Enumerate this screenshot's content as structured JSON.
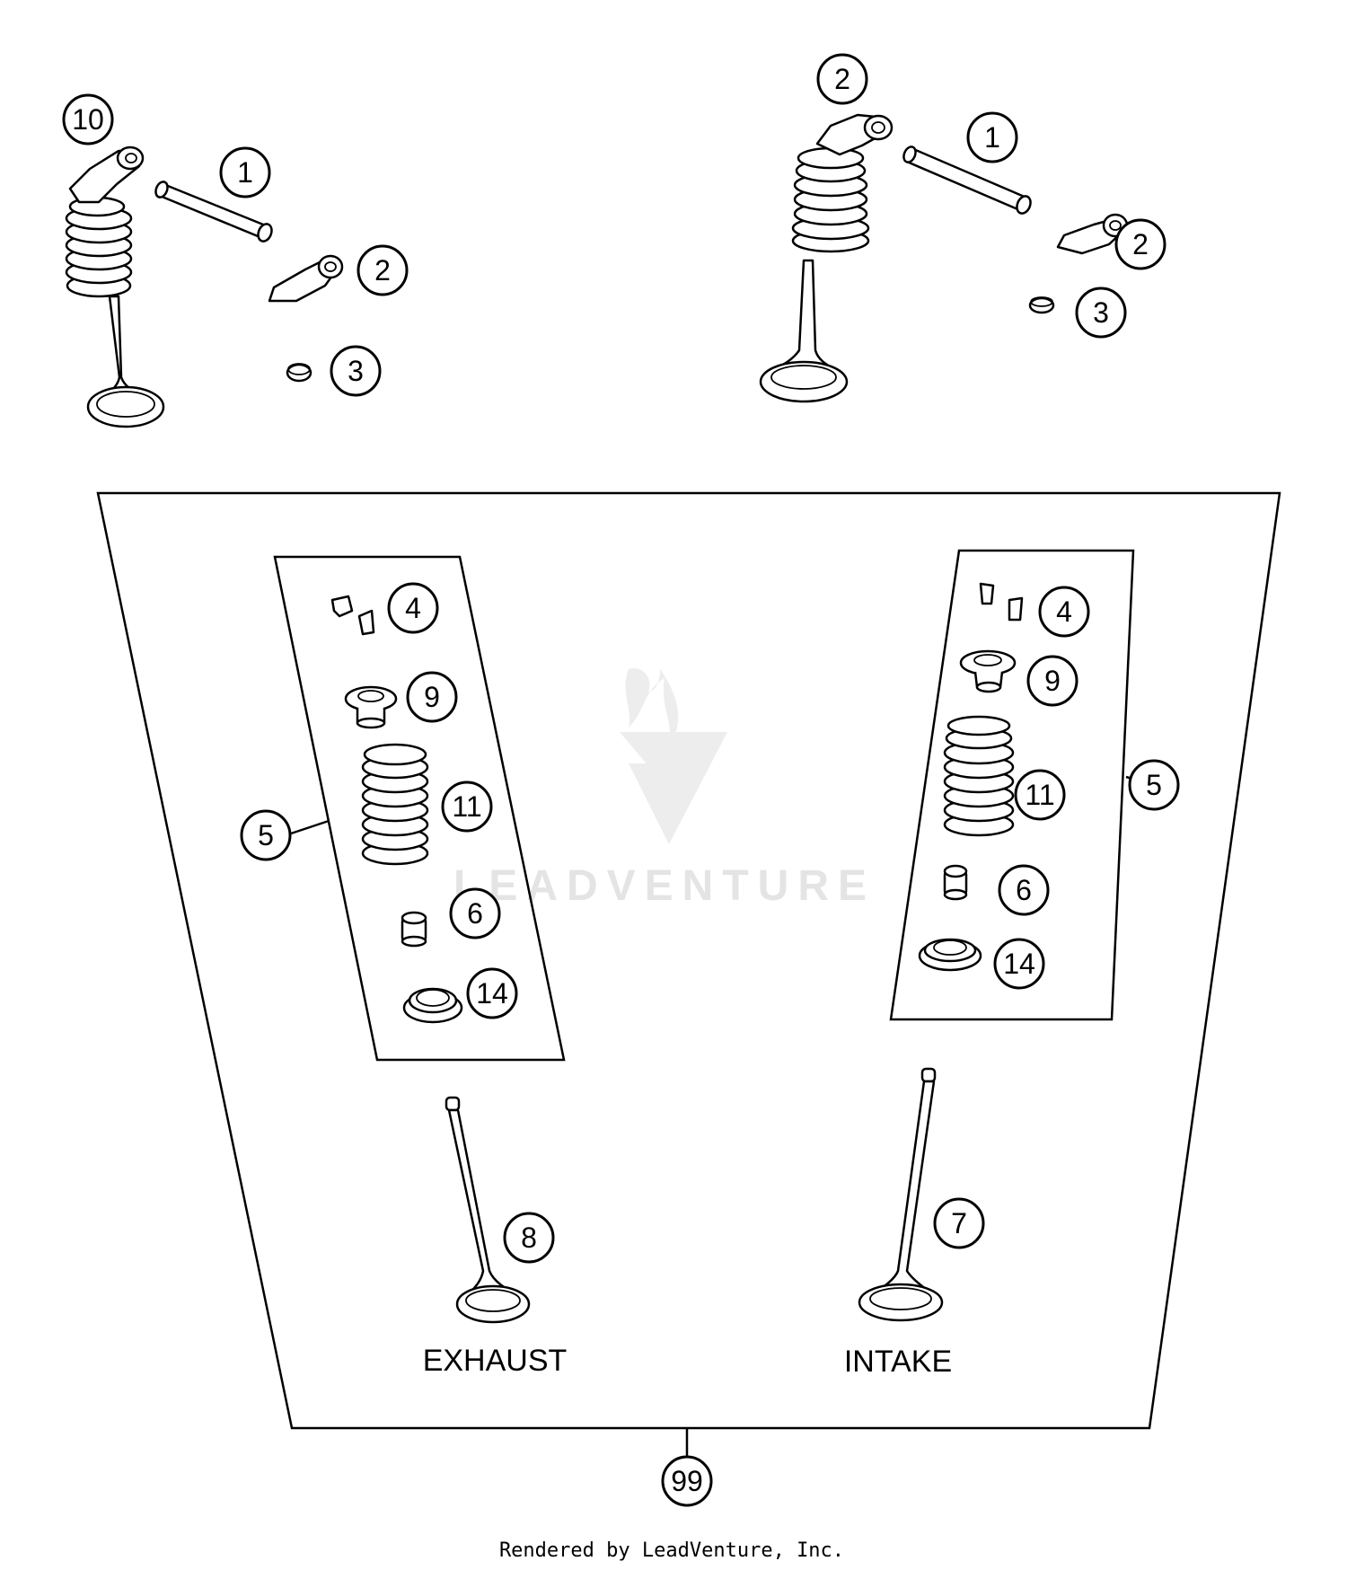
{
  "diagram": {
    "callouts": {
      "c10": "10",
      "c1a": "1",
      "c2a": "2",
      "c3a": "3",
      "c2top": "2",
      "c1b": "1",
      "c2b": "2",
      "c3b": "3",
      "c4a": "4",
      "c9a": "9",
      "c11a": "11",
      "c5a": "5",
      "c6a": "6",
      "c14a": "14",
      "c4b": "4",
      "c9b": "9",
      "c11b": "11",
      "c5b": "5",
      "c6b": "6",
      "c14b": "14",
      "c8": "8",
      "c7": "7",
      "c99": "99"
    },
    "labels": {
      "exhaust": "EXHAUST",
      "intake": "INTAKE"
    },
    "watermark": "LEADVENTURE",
    "footer": "Rendered by LeadVenture, Inc."
  }
}
